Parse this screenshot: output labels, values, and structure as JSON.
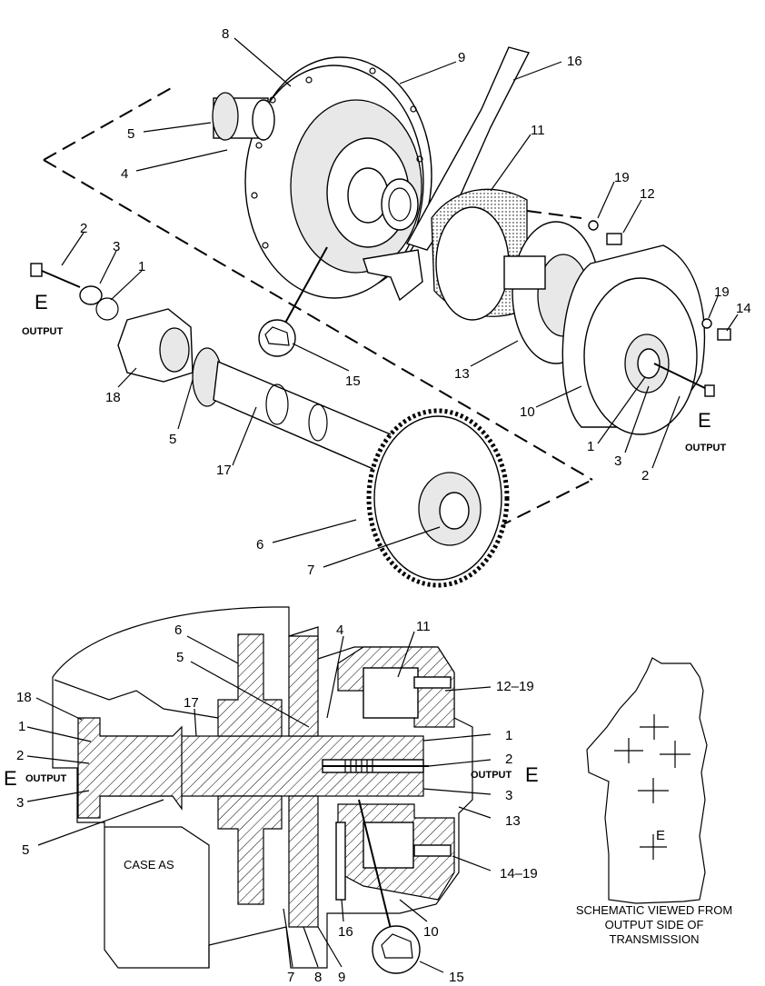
{
  "exploded_view": {
    "callouts": {
      "c8": "8",
      "c9": "9",
      "c16": "16",
      "c5a": "5",
      "c4": "4",
      "c11": "11",
      "c19a": "19",
      "c12": "12",
      "c2a": "2",
      "c3a": "3",
      "c1a": "1",
      "c19b": "19",
      "c14": "14",
      "c18": "18",
      "c15": "15",
      "c13": "13",
      "c10": "10",
      "c5b": "5",
      "c17": "17",
      "c1b": "1",
      "c3b": "3",
      "c2b": "2",
      "c6": "6",
      "c7": "7"
    },
    "left_output": {
      "letter": "E",
      "label": "OUTPUT"
    },
    "right_output": {
      "letter": "E",
      "label": "OUTPUT"
    }
  },
  "section_view": {
    "callouts": {
      "c6": "6",
      "c4": "4",
      "c11": "11",
      "c5": "5",
      "c17": "17",
      "c12_19": "12–19",
      "c18": "18",
      "c1l": "1",
      "c1r": "1",
      "c2l": "2",
      "c2r": "2",
      "c3l": "3",
      "c3r": "3",
      "c13": "13",
      "c5b": "5",
      "c14_19": "14–19",
      "c16": "16",
      "c10": "10",
      "c7": "7",
      "c8": "8",
      "c9": "9",
      "c15": "15"
    },
    "left_output": {
      "letter": "E",
      "label": "OUTPUT"
    },
    "right_output": {
      "letter": "E",
      "label": "OUTPUT"
    },
    "case_label": "CASE AS"
  },
  "schematic": {
    "marker": "E",
    "caption_line1": "SCHEMATIC VIEWED FROM",
    "caption_line2": "OUTPUT SIDE OF",
    "caption_line3": "TRANSMISSION"
  }
}
